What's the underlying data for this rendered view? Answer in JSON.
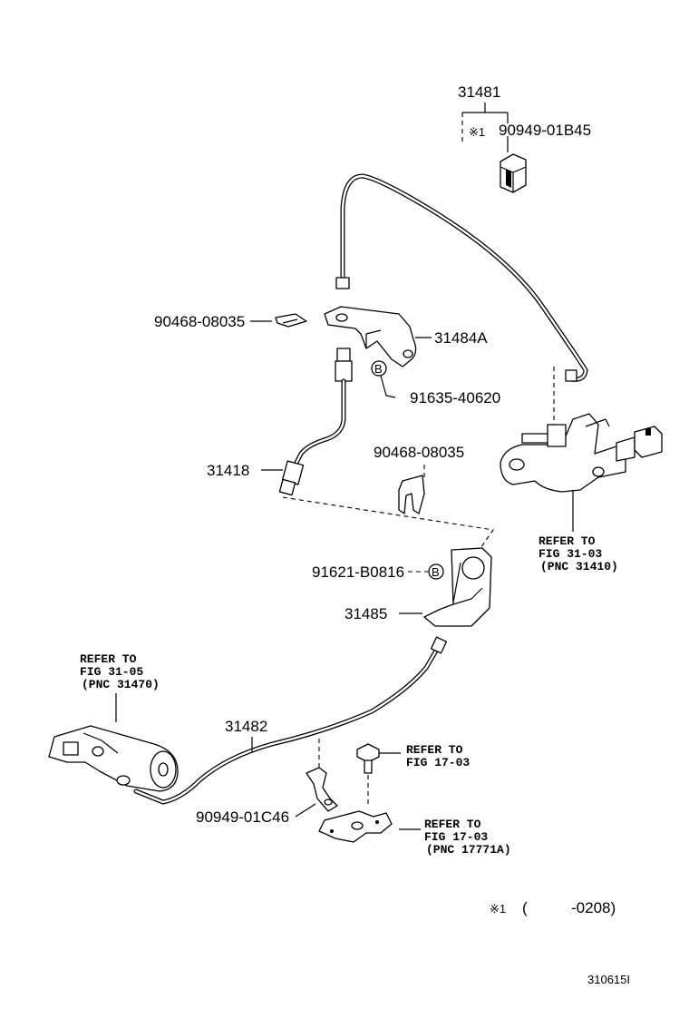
{
  "labels": {
    "p31481": "31481",
    "p90949_01b45": "90949-01B45",
    "mark1": "※1",
    "p90468_08035_top": "90468-08035",
    "p31484a": "31484A",
    "p91635_40620": "91635-40620",
    "p31418": "31418",
    "p90468_08035_mid": "90468-08035",
    "p91621_b0816": "91621-B0816",
    "p31485": "31485",
    "p31482": "31482",
    "p90949_01c46": "90949-01C46",
    "bolt_b": "B",
    "footnote_mark": "※1",
    "footnote_open": "(",
    "footnote_range": "-0208)",
    "figure_id": "310615I"
  },
  "refs": {
    "master_cyl": {
      "line1": "REFER TO",
      "line2": "FIG 31-03",
      "line3": "(PNC 31410)"
    },
    "release_cyl": {
      "line1": "REFER TO",
      "line2": "FIG 31-05",
      "line3": "(PNC 31470)"
    },
    "bolt_fig": {
      "line1": "REFER TO",
      "line2": "FIG 17-03"
    },
    "bracket_fig": {
      "line1": "REFER TO",
      "line2": "FIG 17-03",
      "line3": "(PNC 17771A)"
    }
  }
}
